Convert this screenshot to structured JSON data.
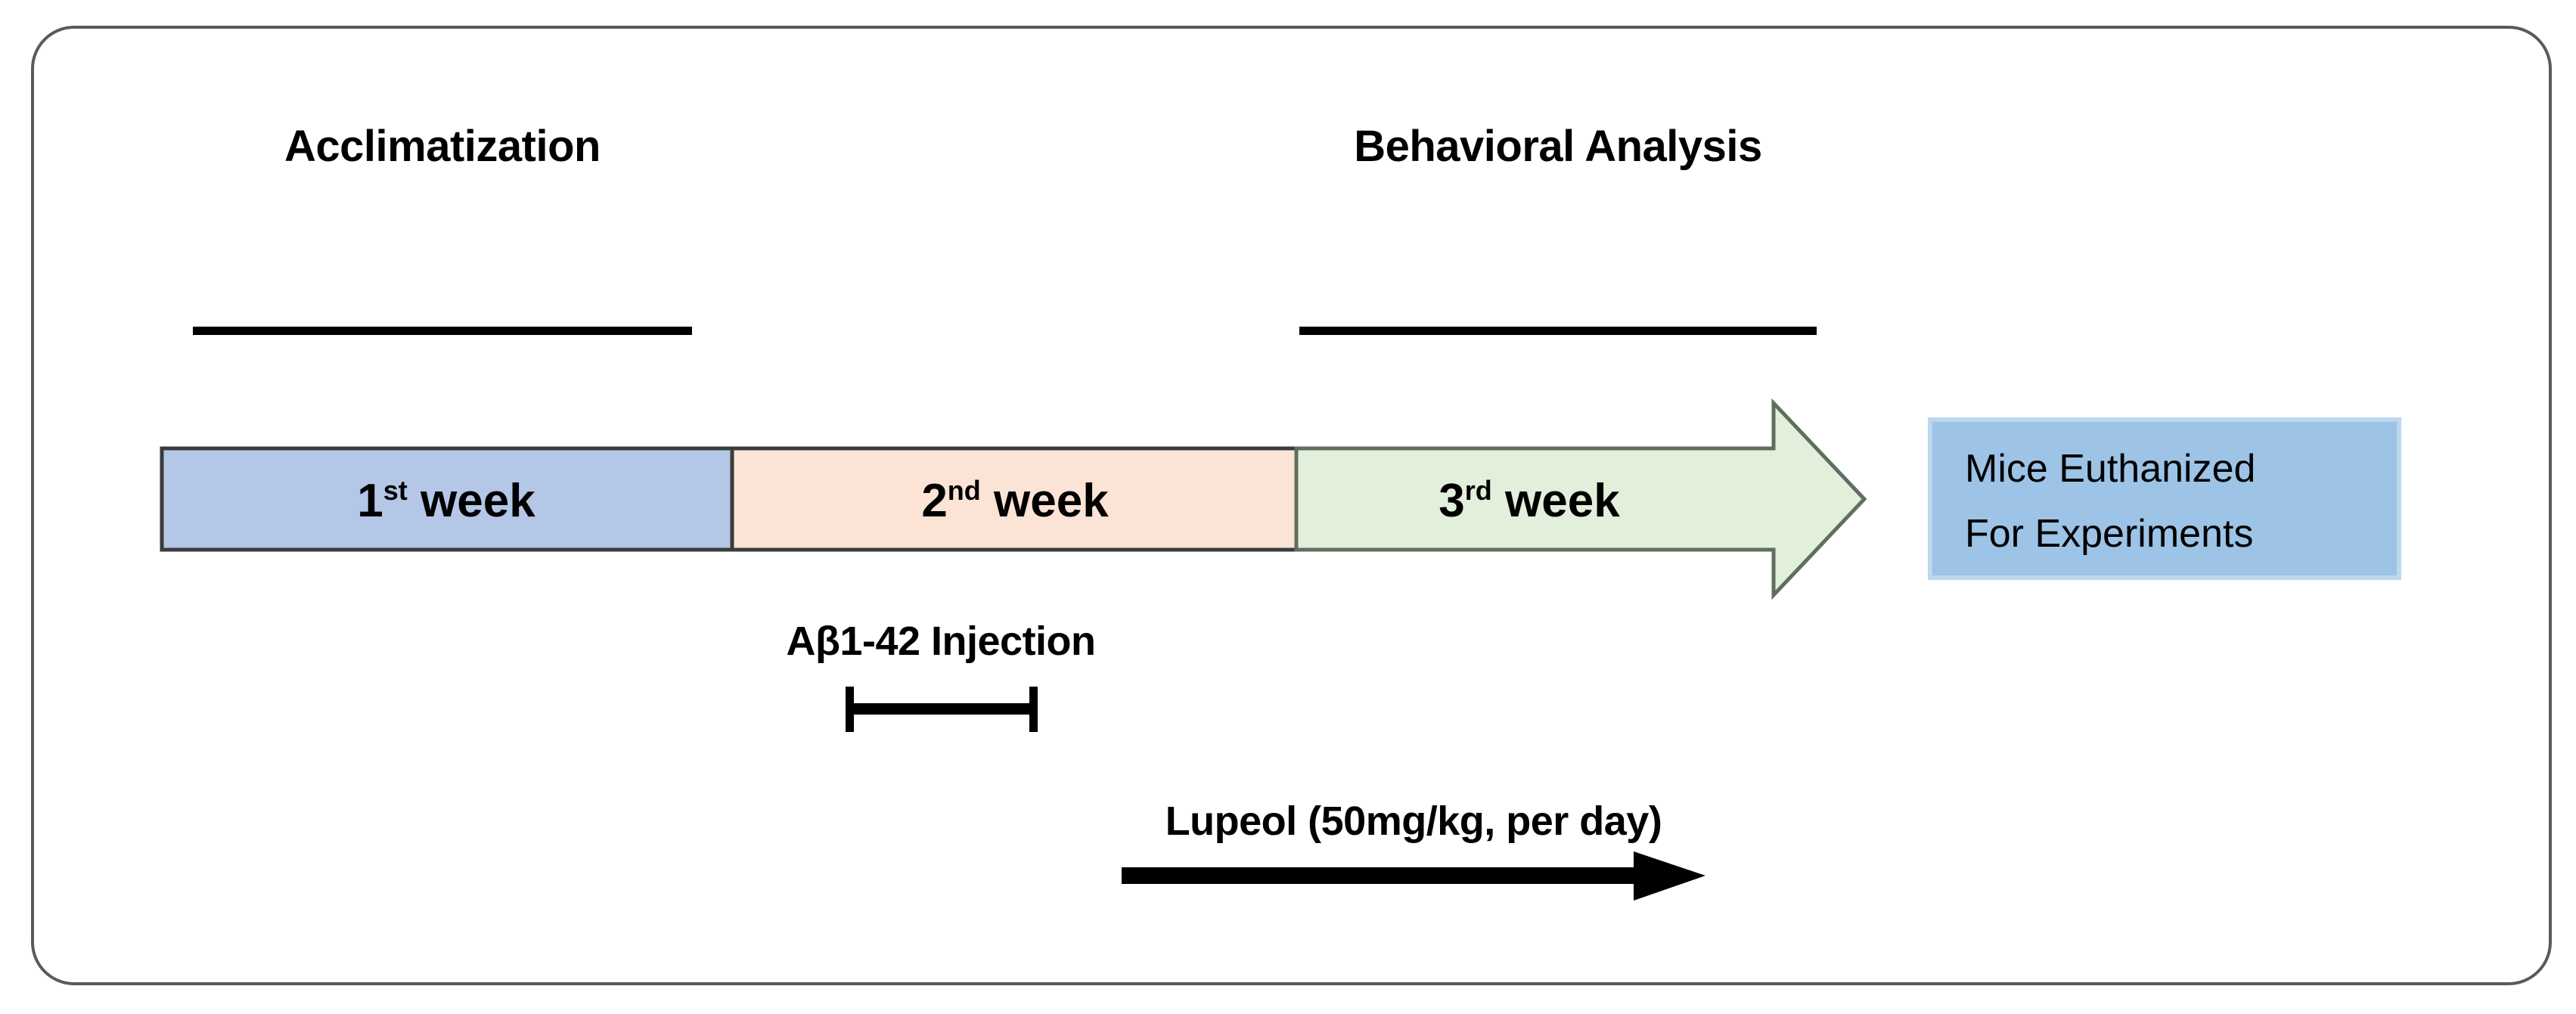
{
  "figure": {
    "type": "experimental-timeline",
    "frame": {
      "border_color": "#5a5a5a",
      "background": "#ffffff",
      "corner_radius": 55
    },
    "phases": [
      {
        "id": "acclimatization",
        "label": "Acclimatization",
        "underline": true,
        "spans_weeks": [
          "1st week"
        ]
      },
      {
        "id": "behavioral-analysis",
        "label": "Behavioral Analysis",
        "underline": true,
        "spans_weeks": [
          "3rd week"
        ]
      }
    ],
    "timeline": {
      "segments": [
        {
          "id": "week-1",
          "ordinal": "1",
          "suffix": "st",
          "unit": "week",
          "fill": "#b4c7e7",
          "stroke": "#3b3b3b"
        },
        {
          "id": "week-2",
          "ordinal": "2",
          "suffix": "nd",
          "unit": "week",
          "fill": "#fbe3d5",
          "stroke": "#3b3b3b"
        },
        {
          "id": "week-3",
          "ordinal": "3",
          "suffix": "rd",
          "unit": "week",
          "fill": "#e2efda",
          "stroke": "#5f6f5f",
          "arrowhead": true
        }
      ]
    },
    "end_box": {
      "line1": "Mice Euthanized",
      "line2": "For Experiments",
      "fill": "#9dc3e6",
      "stroke": "#bdd7ee"
    },
    "annotations": [
      {
        "id": "abeta-injection",
        "label": "Aβ1-42 Injection",
        "marker": "i-beam-bracket",
        "color": "#000000"
      },
      {
        "id": "lupeol-treatment",
        "label": "Lupeol (50mg/kg, per day)",
        "marker": "right-arrow",
        "color": "#000000"
      }
    ]
  }
}
